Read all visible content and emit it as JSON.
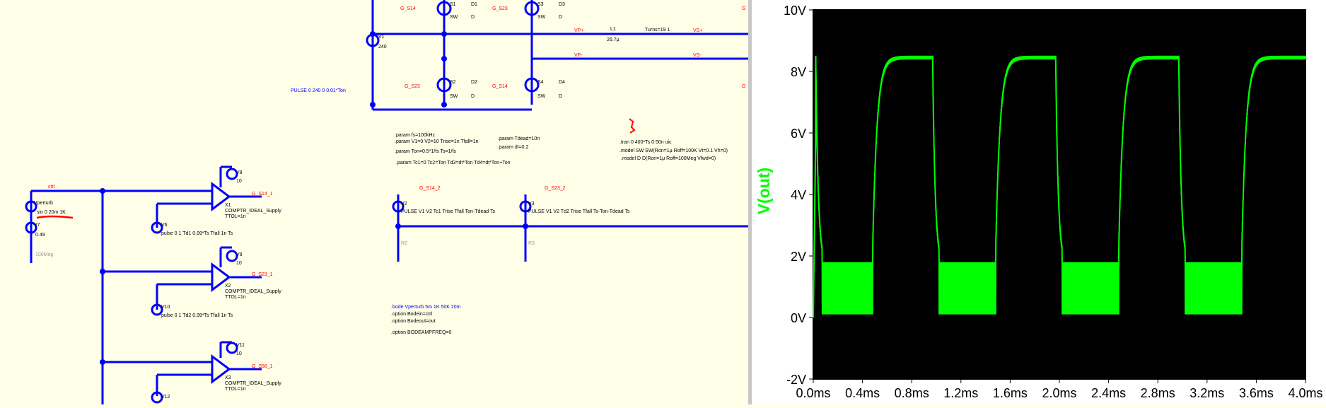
{
  "schematic": {
    "labels": {
      "v1_name": "V1",
      "v1_value": "240",
      "pulse_text": "PULSE 0 240 0 0.01*Ton",
      "s1": "S1",
      "d1": "D1",
      "s3": "S3",
      "d3": "D3",
      "s2": "S2",
      "d2": "D2",
      "s4": "S4",
      "d4": "D4",
      "sw": "SW",
      "d": "D",
      "g_s14_top": "G_S14",
      "g_s23_top": "G_S23",
      "g_s23_bot": "G_S23",
      "g_s14_bot": "G_S14",
      "g_right_top": "G",
      "g_right_bot": "G",
      "l1": "L1",
      "l1_val": "26.7μ",
      "turns": "Turns=19 1",
      "vp_plus": "VP+",
      "vp_minus": "VP-",
      "vs_plus": "VS+",
      "vs_minus": "VS-",
      "vperturb": "Vperturb",
      "vperturb_val": "sin 0 20m 1K",
      "v7": "V7",
      "v7_val": "0.49",
      "r100meg": "100Meg",
      "ctrl_net": "ctrl",
      "v8": "V8",
      "v8_val": "10",
      "v9": "V9",
      "v9_val": "10",
      "v11": "V11",
      "v11_val": "10",
      "v6": "V6",
      "v10": "V10",
      "v12": "V12",
      "x1": "X1",
      "x2": "X2",
      "x3": "X3",
      "comp_model": "COMPTR_IDEAL_Supply",
      "ttol": "TTOL=1n",
      "x1_out": "G_S14_1",
      "x2_out": "G_S23_1",
      "x3_out": "G_S58_1",
      "v6_pulse": "pulse 0 1 Td1 0.99*Ts Tfall 1n Ts",
      "v10_pulse": "pulse 0 1 Td2 0.99*Ts Tfall 1n Ts",
      "v2": "V2",
      "v3": "V3",
      "v2_net": "G_S14_2",
      "v3_net": "G_S23_2",
      "v2_pulse": "PULSE V1 V2 Tc1 Trise Tfall Ton-Tdead Ts",
      "v3_pulse": "PULSE V1 V2 Td2 Trise Tfall Ts-Ton-Tdead Ts",
      "r2": "R2",
      "r3": "R3"
    },
    "directives": {
      "p1": ".param fs=100kHz",
      "p2": ".param V1=0 V2=10 Trise=1n Tfall=1n",
      "p3": ".param Ton=0.5*1/fs Ts=1/fs",
      "p4": ".param Tc1=0 Tc2=Ton Td3=dt*Ton Td4=dt*Ton+Ton",
      "p5": ".param Tdead=10n",
      "p6": ".param dt=0.2",
      "tran": ".tran 0 400*Ts 0 50n uic",
      "model_sw": ".model SW SW(Ron=1μ Roff=100K Vt=0.1 Vh=0)",
      "model_d": ".model D D(Ron=1μ Roff=100Meg Vfwd=0)",
      "bode": ".bode Vperturb 5m 1K 50K 20m",
      "opt1": ".option Bodein=ctrl",
      "opt2": ".option Bodeout=out",
      "opt3": ".option BODEAMPFREQ=0"
    }
  },
  "chart_data": {
    "type": "line",
    "ylabel": "V(out)",
    "xlabel": "",
    "xlim": [
      0.0,
      4.0
    ],
    "ylim": [
      -2,
      10
    ],
    "x_ticks": [
      "0.0ms",
      "0.4ms",
      "0.8ms",
      "1.2ms",
      "1.6ms",
      "2.0ms",
      "2.4ms",
      "2.8ms",
      "3.2ms",
      "3.6ms",
      "4.0ms"
    ],
    "y_ticks": [
      "-2V",
      "0V",
      "2V",
      "4V",
      "6V",
      "8V",
      "10V"
    ],
    "grid": false,
    "series": [
      {
        "color": "#00ff00",
        "high_level": 8.45,
        "low_level": 1.75,
        "period_ms": 1.0,
        "rise_times_ms": [
          0.48,
          1.48,
          2.48,
          3.48
        ],
        "fall_times_ms": [
          0.97,
          1.97,
          2.97
        ],
        "ripple_band": [
          0.1,
          1.8
        ]
      }
    ]
  },
  "colors": {
    "wire": "#0000ff",
    "net_label": "#ff0000",
    "plot_bg": "#000000",
    "trace": "#00ff00"
  }
}
